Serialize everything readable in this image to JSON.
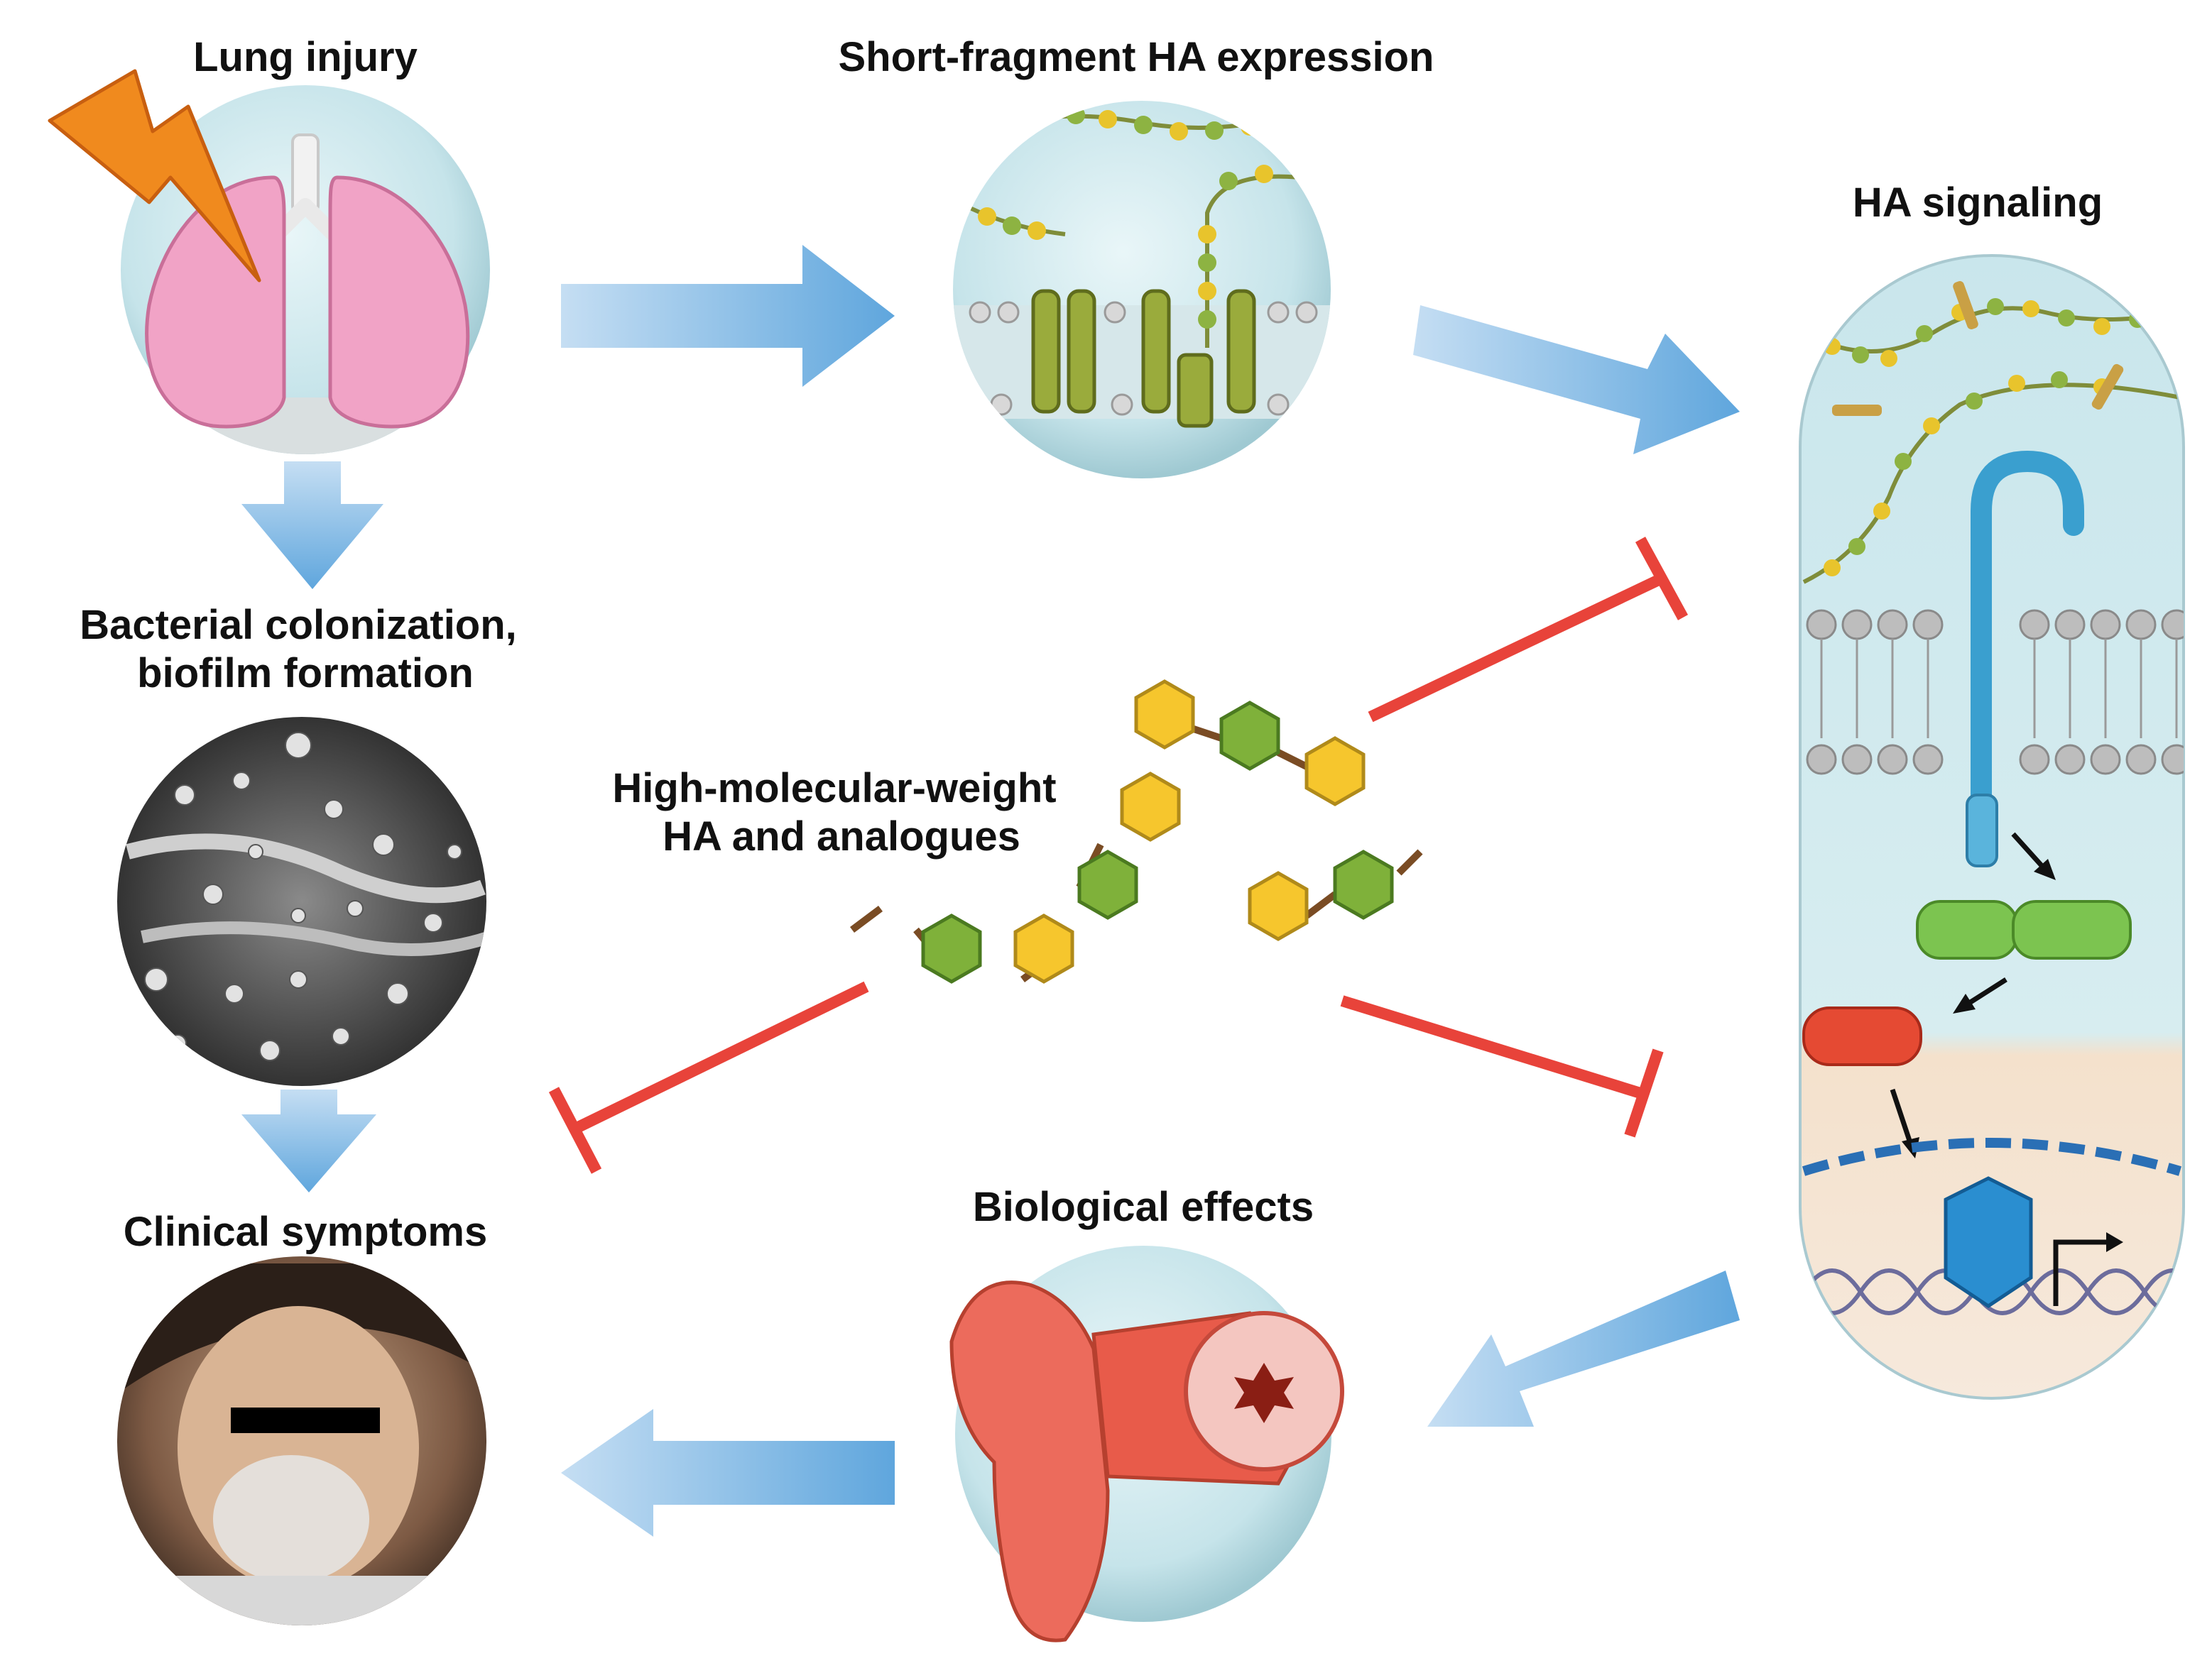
{
  "labels": {
    "lung_injury": "Lung injury",
    "short_fragment": "Short-fragment HA expression",
    "ha_signaling": "HA signaling",
    "bacterial_line1": "Bacterial colonization,",
    "bacterial_line2": "biofilm formation",
    "hmw_line1": "High-molecular-weight",
    "hmw_line2": "HA and analogues",
    "clinical": "Clinical symptoms",
    "biological": "Biological effects"
  },
  "colors": {
    "flow_arrow": "#6aaee0",
    "inhibit_line": "#e8433a",
    "bubble_bg": "#c9e8ee",
    "hexagon_yellow": "#f6c62d",
    "hexagon_green": "#7fb13a",
    "lung_pink": "#f0a0c4",
    "tissue_red": "#ec6b5c"
  }
}
